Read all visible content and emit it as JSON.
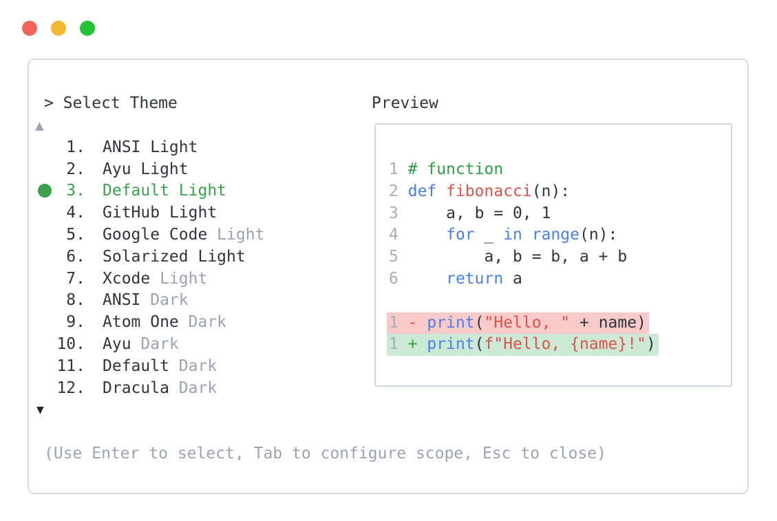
{
  "window": {
    "traffic_lights": [
      {
        "name": "close",
        "color": "#f4625c"
      },
      {
        "name": "minimize",
        "color": "#f3b831"
      },
      {
        "name": "zoom",
        "color": "#25c23a"
      }
    ]
  },
  "prompt": {
    "text": "> Select Theme"
  },
  "list": {
    "scroll_up_icon": "▲",
    "scroll_down_icon": "▼",
    "items": [
      {
        "number": "1.",
        "name": "ANSI",
        "suffix": "Light",
        "suffix_muted": false,
        "selected": false
      },
      {
        "number": "2.",
        "name": "Ayu",
        "suffix": "Light",
        "suffix_muted": false,
        "selected": false
      },
      {
        "number": "3.",
        "name": "Default",
        "suffix": "Light",
        "suffix_muted": false,
        "selected": true
      },
      {
        "number": "4.",
        "name": "GitHub",
        "suffix": "Light",
        "suffix_muted": false,
        "selected": false
      },
      {
        "number": "5.",
        "name": "Google Code",
        "suffix": "Light",
        "suffix_muted": true,
        "selected": false
      },
      {
        "number": "6.",
        "name": "Solarized",
        "suffix": "Light",
        "suffix_muted": false,
        "selected": false
      },
      {
        "number": "7.",
        "name": "Xcode",
        "suffix": "Light",
        "suffix_muted": true,
        "selected": false
      },
      {
        "number": "8.",
        "name": "ANSI",
        "suffix": "Dark",
        "suffix_muted": true,
        "selected": false
      },
      {
        "number": "9.",
        "name": "Atom One",
        "suffix": "Dark",
        "suffix_muted": true,
        "selected": false
      },
      {
        "number": "10.",
        "name": "Ayu",
        "suffix": "Dark",
        "suffix_muted": true,
        "selected": false
      },
      {
        "number": "11.",
        "name": "Default",
        "suffix": "Dark",
        "suffix_muted": true,
        "selected": false
      },
      {
        "number": "12.",
        "name": "Dracula",
        "suffix": "Dark",
        "suffix_muted": true,
        "selected": false
      }
    ]
  },
  "hint": "(Use Enter to select, Tab to configure scope, Esc to close)",
  "preview": {
    "title": "Preview",
    "code_lines": [
      {
        "ln": "1",
        "bg": "none",
        "tokens": [
          [
            "com",
            "# function"
          ]
        ]
      },
      {
        "ln": "2",
        "bg": "none",
        "tokens": [
          [
            "kw",
            "def"
          ],
          [
            "plain",
            " "
          ],
          [
            "fn",
            "fibonacci"
          ],
          [
            "plain",
            "(n):"
          ]
        ]
      },
      {
        "ln": "3",
        "bg": "none",
        "tokens": [
          [
            "plain",
            "    a, b = 0, 1"
          ]
        ]
      },
      {
        "ln": "4",
        "bg": "none",
        "tokens": [
          [
            "plain",
            "    "
          ],
          [
            "kw",
            "for"
          ],
          [
            "plain",
            " _ "
          ],
          [
            "kw",
            "in"
          ],
          [
            "plain",
            " "
          ],
          [
            "kw",
            "range"
          ],
          [
            "plain",
            "(n):"
          ]
        ]
      },
      {
        "ln": "5",
        "bg": "none",
        "tokens": [
          [
            "plain",
            "        a, b = b, a + b"
          ]
        ]
      },
      {
        "ln": "6",
        "bg": "none",
        "tokens": [
          [
            "plain",
            "    "
          ],
          [
            "kw",
            "return"
          ],
          [
            "plain",
            " a"
          ]
        ]
      },
      {
        "ln": "",
        "bg": "none",
        "tokens": []
      },
      {
        "ln": "1",
        "bg": "del",
        "tokens": [
          [
            "del-m",
            "- "
          ],
          [
            "kw",
            "print"
          ],
          [
            "plain",
            "("
          ],
          [
            "str",
            "\"Hello, \""
          ],
          [
            "plain",
            " + name)"
          ]
        ]
      },
      {
        "ln": "1",
        "bg": "add",
        "tokens": [
          [
            "add-m",
            "+ "
          ],
          [
            "kw",
            "print"
          ],
          [
            "plain",
            "("
          ],
          [
            "str",
            "f\"Hello, {name}!\""
          ],
          [
            "plain",
            ")"
          ]
        ]
      }
    ]
  },
  "colors": {
    "accent_green": "#3ca14c",
    "text_dark": "#2f343d",
    "text_muted": "#9aa3b3",
    "line_number": "#a7aebb",
    "keyword_blue": "#4b7fe2",
    "function_red": "#dd524c",
    "string_red": "#dd524c",
    "comment_green": "#2f9e44",
    "del_marker_red": "#d9504c",
    "add_marker_green": "#2f9e44",
    "diff_del_bg": "#f8cbca",
    "diff_add_bg": "#cbe9d4",
    "panel_border": "#d6dae1",
    "preview_border": "#d0d6dd",
    "tl_red": "#f4625c",
    "tl_yellow": "#f3b831",
    "tl_green": "#25c23a",
    "scroll_up": "#9aa3b3",
    "scroll_down": "#1d2430"
  }
}
